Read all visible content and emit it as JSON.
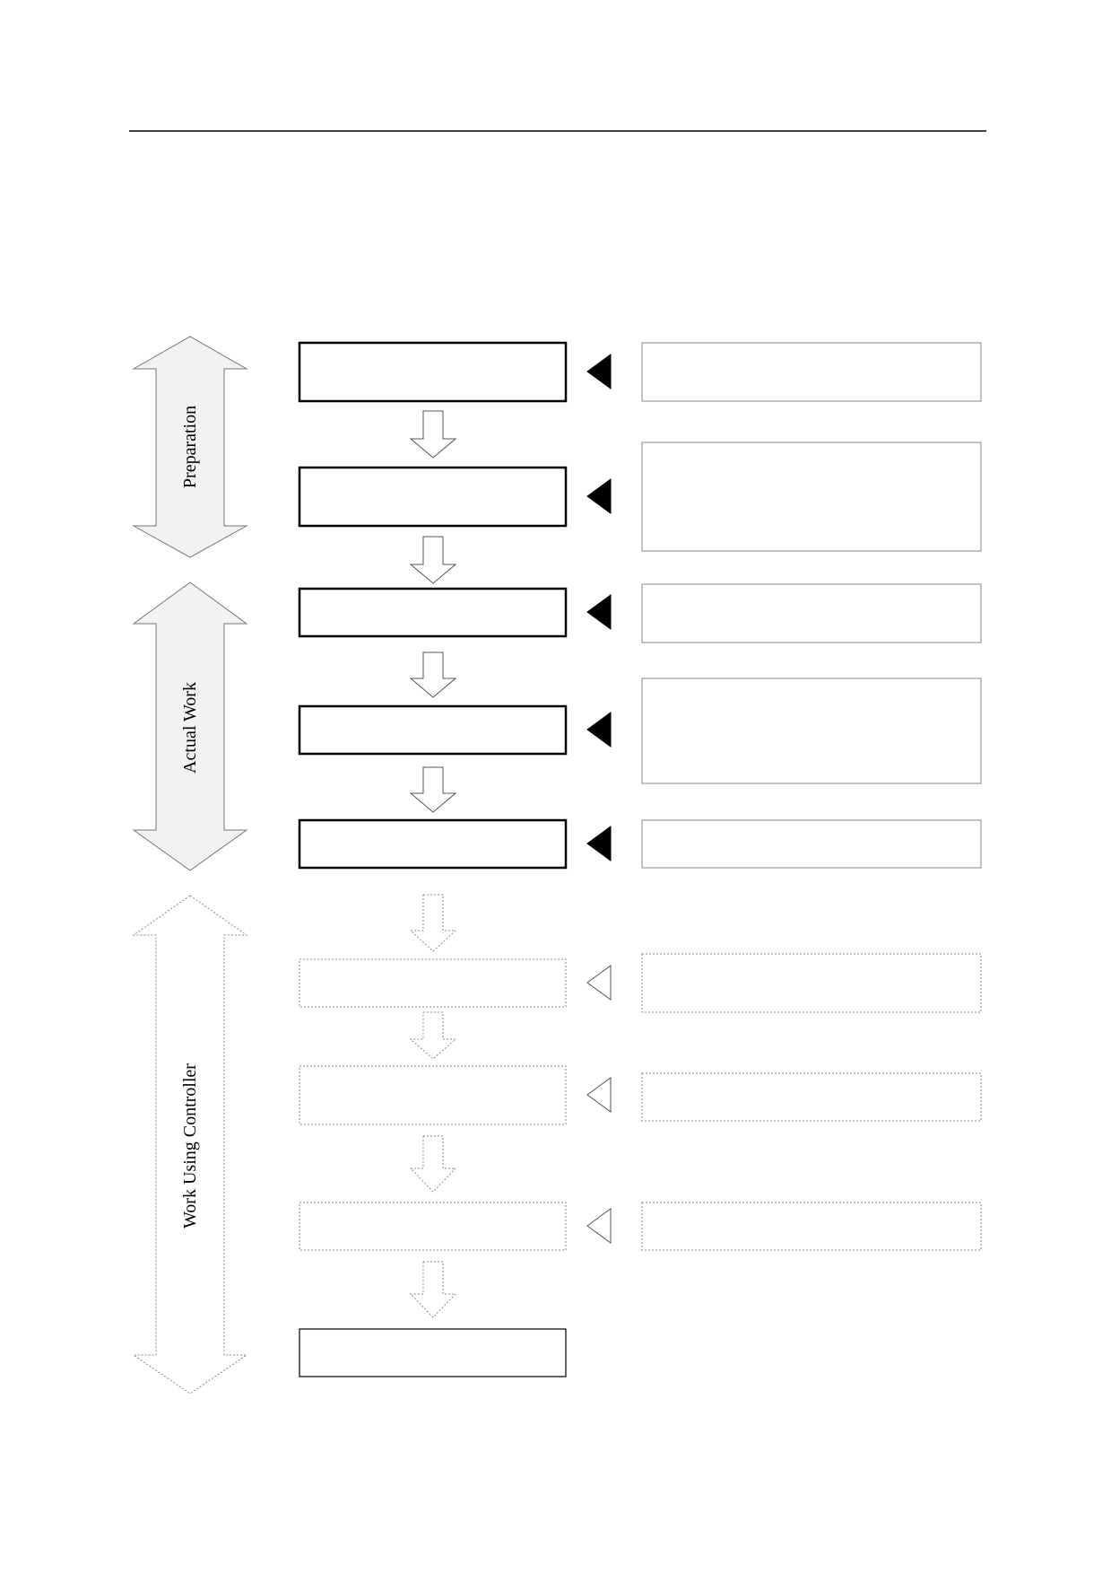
{
  "phases": [
    {
      "id": "preparation",
      "label": "Preparation",
      "style": "filled"
    },
    {
      "id": "actual-work",
      "label": "Actual Work",
      "style": "filled"
    },
    {
      "id": "work-using-controller",
      "label": "Work Using Controller",
      "style": "dotted"
    }
  ],
  "steps": [
    {
      "id": "step-1",
      "style": "bold",
      "note": {
        "pointer": "filled"
      }
    },
    {
      "id": "step-2",
      "style": "bold",
      "note": {
        "pointer": "filled"
      }
    },
    {
      "id": "step-3",
      "style": "bold",
      "note": {
        "pointer": "filled"
      }
    },
    {
      "id": "step-4",
      "style": "bold",
      "note": {
        "pointer": "filled"
      }
    },
    {
      "id": "step-5",
      "style": "bold",
      "note": {
        "pointer": "filled"
      }
    },
    {
      "id": "step-6",
      "style": "dotted",
      "note": {
        "pointer": "outline"
      }
    },
    {
      "id": "step-7",
      "style": "dotted",
      "note": {
        "pointer": "outline"
      }
    },
    {
      "id": "step-8",
      "style": "dotted",
      "note": {
        "pointer": "outline"
      }
    },
    {
      "id": "step-9",
      "style": "thin",
      "note": null
    }
  ],
  "colors": {
    "line": "#000000",
    "box_border": "#000000",
    "note_border": "#8a8a8a",
    "phase_fill": "#f2f2f2",
    "phase_border": "#777777",
    "dotted_border": "#8a8a8a"
  }
}
